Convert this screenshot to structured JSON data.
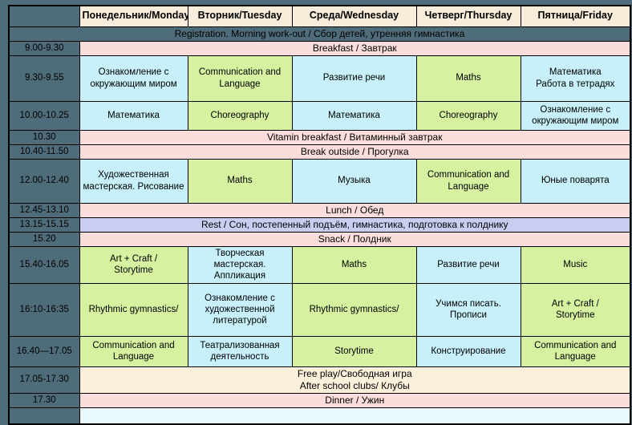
{
  "colors": {
    "background": "#4E6C79",
    "border": "#000000",
    "header_bg": "#F7EDDA",
    "pink_band": "#FBDEDB",
    "blue_cell": "#C7F0FA",
    "green_cell": "#D6F1A0",
    "lavender_band": "#C9CDF0",
    "wheat_band": "#FCF0DA",
    "pale_band": "#E8FAFD"
  },
  "header": {
    "corner": "",
    "days": [
      "Понедельник/Monday",
      "Вторник/Tuesday",
      "Среда/Wednesday",
      "Четверг/Thursday",
      "Пятница/Friday"
    ]
  },
  "rows": [
    {
      "kind": "band_full",
      "text": "Registration. Morning work-out / Сбор детей, утренняя гимнастика",
      "bg": "slate",
      "h": 14
    },
    {
      "kind": "band",
      "time": "9.00-9.30",
      "text": "Breakfast / Завтрак",
      "bg": "pink",
      "h": 14
    },
    {
      "kind": "classes",
      "time": "9.30-9.55",
      "h": 57,
      "cells": [
        {
          "text": "Ознакомление с окружающим миром",
          "bg": "blue"
        },
        {
          "text": "Communication and Language",
          "bg": "green"
        },
        {
          "text": "Развитие речи",
          "bg": "blue"
        },
        {
          "text": "Maths",
          "bg": "green"
        },
        {
          "text": "Математика\nРабота в тетрадях",
          "bg": "blue"
        }
      ]
    },
    {
      "kind": "classes",
      "time": "10.00-10.25",
      "h": 36,
      "cells": [
        {
          "text": "Математика",
          "bg": "blue"
        },
        {
          "text": "Choreography",
          "bg": "green"
        },
        {
          "text": "Математика",
          "bg": "blue"
        },
        {
          "text": "Choreography",
          "bg": "green"
        },
        {
          "text": "Ознакомление с окружающим миром",
          "bg": "blue"
        }
      ]
    },
    {
      "kind": "band",
      "time": "10.30",
      "text": "Vitamin breakfast / Витаминный завтрак",
      "bg": "pink",
      "h": 14
    },
    {
      "kind": "band",
      "time": "10.40-11.50",
      "text": "Break outside / Прогулка",
      "bg": "pink",
      "h": 14
    },
    {
      "kind": "classes",
      "time": "12.00-12.40",
      "h": 55,
      "cells": [
        {
          "text": "Художественная мастерская. Рисование",
          "bg": "blue"
        },
        {
          "text": "Maths",
          "bg": "green"
        },
        {
          "text": "Музыка",
          "bg": "blue"
        },
        {
          "text": "Communication and Language",
          "bg": "green"
        },
        {
          "text": "Юные поварята",
          "bg": "blue"
        }
      ]
    },
    {
      "kind": "band",
      "time": "12.45-13.10",
      "text": "Lunch / Обед",
      "bg": "pink",
      "h": 14
    },
    {
      "kind": "band",
      "time": "13.15-15.15",
      "text": "Rest / Сон, постепенный подъём, гимнастика, подготовка к полднику",
      "bg": "lavender",
      "h": 14
    },
    {
      "kind": "band",
      "time": "15.20",
      "text": "Snack / Полдник",
      "bg": "pink",
      "h": 14
    },
    {
      "kind": "classes",
      "time": "15.40-16.05",
      "h": 38,
      "cells": [
        {
          "text": "Art + Craft /\nStorytime",
          "bg": "green"
        },
        {
          "text": "Творческая мастерская.\nАппликация",
          "bg": "blue"
        },
        {
          "text": "Maths",
          "bg": "green"
        },
        {
          "text": "Развитие речи",
          "bg": "blue"
        },
        {
          "text": "Music",
          "bg": "green"
        }
      ]
    },
    {
      "kind": "classes",
      "time": "16:10-16:35",
      "h": 66,
      "cells": [
        {
          "text": "Rhythmic gymnastics/",
          "bg": "green"
        },
        {
          "text": "Ознакомление с художественной литературой",
          "bg": "blue"
        },
        {
          "text": "Rhythmic gymnastics/",
          "bg": "green"
        },
        {
          "text": "Учимся писать.\nПрописи",
          "bg": "blue"
        },
        {
          "text": "Art + Craft /\nStorytime",
          "bg": "green"
        }
      ]
    },
    {
      "kind": "classes",
      "time": "16.40—17.05",
      "h": 38,
      "cells": [
        {
          "text": "Communication and Language",
          "bg": "green"
        },
        {
          "text": "Театрализованная деятельность",
          "bg": "blue"
        },
        {
          "text": "Storytime",
          "bg": "green"
        },
        {
          "text": "Конструирование",
          "bg": "blue"
        },
        {
          "text": "Communication and Language",
          "bg": "green"
        }
      ]
    },
    {
      "kind": "band",
      "time": "17.05-17.30",
      "text": "Free play/Свободная игра\nAfter school clubs/ Клубы",
      "bg": "wheat",
      "h": 28
    },
    {
      "kind": "band",
      "time": "17.30",
      "text": "Dinner / Ужин",
      "bg": "pink",
      "h": 15
    },
    {
      "kind": "band",
      "time": "",
      "text": "",
      "bg": "pale",
      "h": 21
    }
  ]
}
